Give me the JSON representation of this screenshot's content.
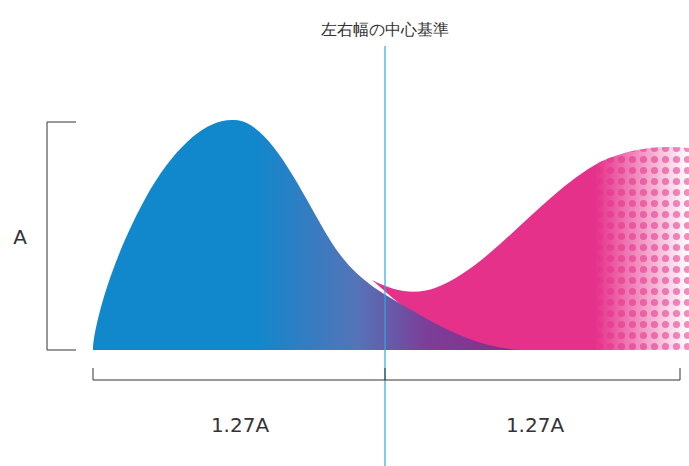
{
  "diagram": {
    "labels": [
      "左右幅の中心基準",
      "A",
      "1.27A",
      "1.27A"
    ]
  }
}
